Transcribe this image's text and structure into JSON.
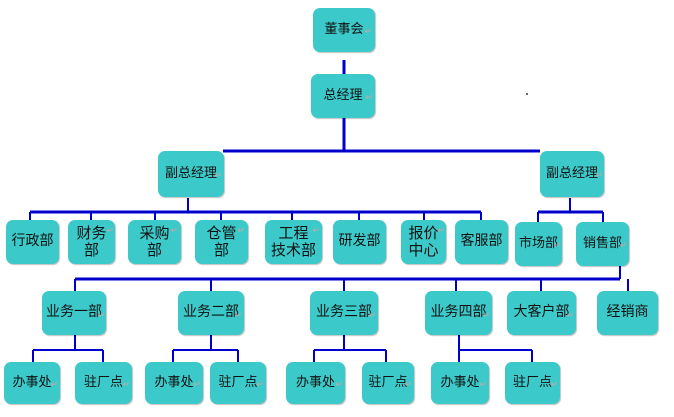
{
  "org": {
    "board": "董事会",
    "gm": "总经理",
    "vgm_left": "副总经理",
    "vgm_right": "副总经理",
    "departments": [
      "行政部",
      "财务\n部",
      "采购\n部",
      "仓管\n部",
      "工程\n技术部",
      "研发部",
      "报价\n中心",
      "客服部"
    ],
    "market": "市场部",
    "sales": "销售部",
    "sales_units": [
      "业务一部",
      "业务二部",
      "业务三部",
      "业务四部",
      "大客户部",
      "经销商"
    ],
    "office": "办事处",
    "factory_point": "驻厂点"
  },
  "colors": {
    "node_fill": "#3cc9c9",
    "connector": "#0000cc"
  },
  "marks": {
    "paragraph_mark": "↵"
  }
}
